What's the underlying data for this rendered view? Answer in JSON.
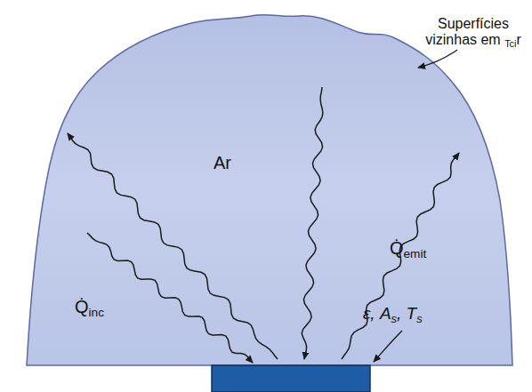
{
  "diagram": {
    "labels": [
      "Superfícies vizinhas em Tcir",
      "Ar",
      "Q̇inc",
      "Q̇emit",
      "ε, As, Ts"
    ]
  }
}
